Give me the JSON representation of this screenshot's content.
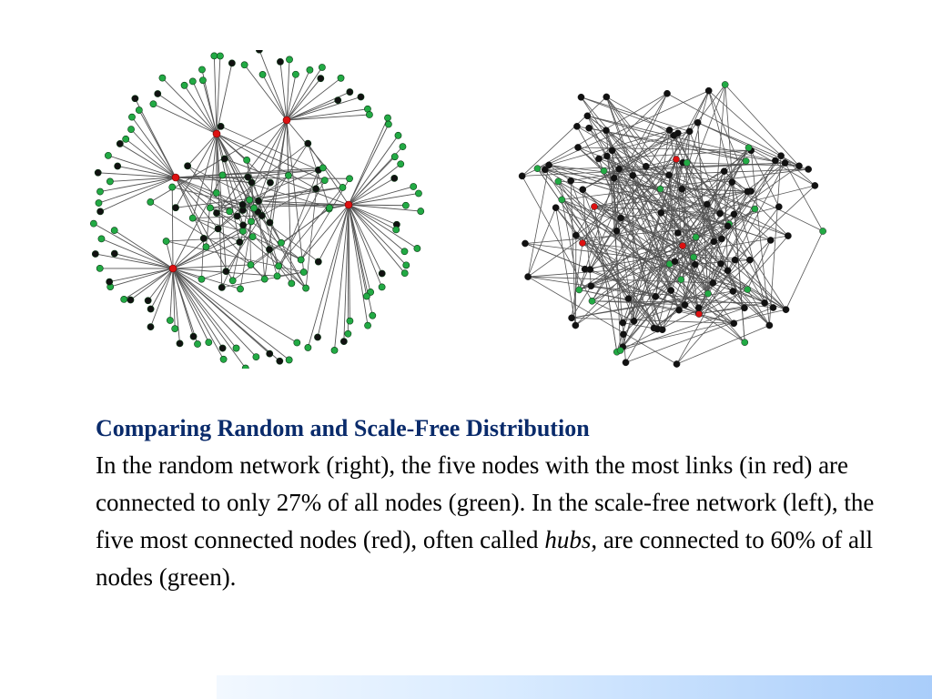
{
  "caption": {
    "title": "Comparing Random and Scale-Free Distribution",
    "body_part1": "In the random network (right), the five nodes with the most links (in red) are connected to only 27% of all nodes (green). In the scale-free network (left), the five most connected nodes (red), often called ",
    "body_emphasis": "hubs",
    "body_part2": ", are connected to 60% of all nodes (green)."
  },
  "colors": {
    "hub": "#dd1111",
    "connected": "#22aa44",
    "other": "#111111",
    "edge": "#555555",
    "title": "#0a2b6b"
  },
  "networks": {
    "left": {
      "type": "scale-free",
      "hubs": 5
    },
    "right": {
      "type": "random",
      "hubs": 5
    }
  }
}
